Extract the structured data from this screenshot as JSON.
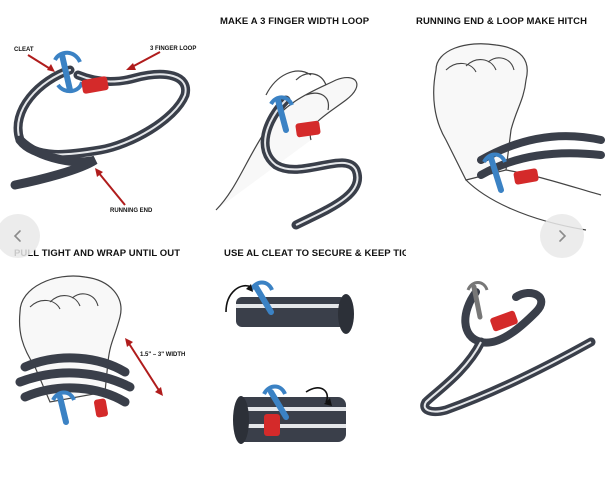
{
  "panels": {
    "p1": {
      "label_cleat": "CLEAT",
      "label_loop": "3 FINGER LOOP",
      "label_running": "RUNNING END"
    },
    "p2": {
      "title": "MAKE A 3 FINGER WIDTH LOOP"
    },
    "p3": {
      "title": "RUNNING END & LOOP MAKE HITCH"
    },
    "p4": {
      "title": "PULL TIGHT AND WRAP UNTIL OUT",
      "label_width": "1.5\" – 3\" WIDTH"
    },
    "p5": {
      "title": "USE AL CLEAT TO SECURE & KEEP TIGHT"
    }
  },
  "carousel": {
    "prev_icon": "chevron-left-icon",
    "next_icon": "chevron-right-icon"
  },
  "colors": {
    "strap": "#3a3f4a",
    "cleat": "#3b82c4",
    "red": "#d42a2a",
    "arrow": "#b01c1c"
  }
}
